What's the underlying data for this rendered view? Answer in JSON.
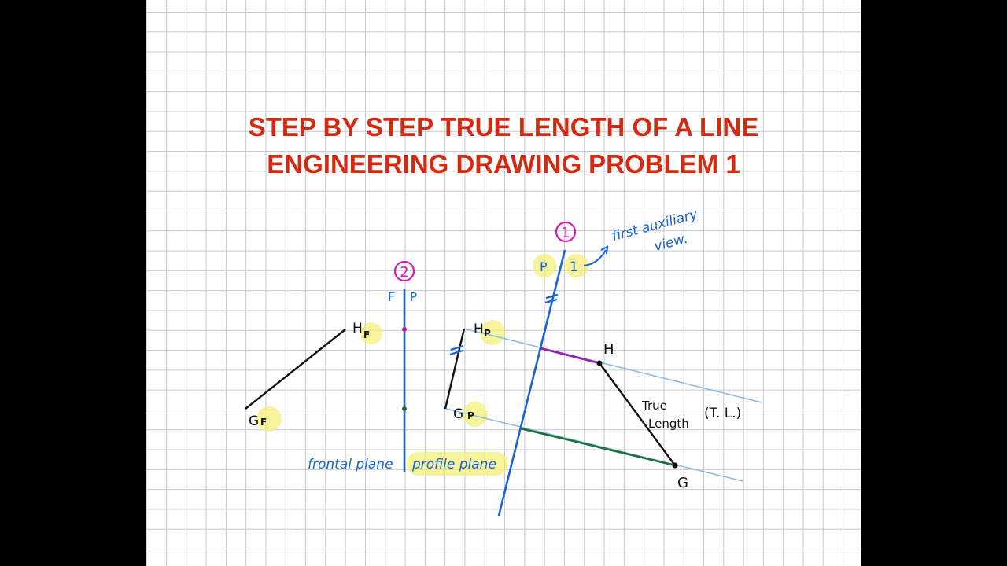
{
  "title": {
    "line1": "STEP BY STEP TRUE LENGTH OF A LINE",
    "line2": "ENGINEERING DRAWING PROBLEM 1",
    "color": "#d42a12"
  },
  "labels": {
    "hf_main": "H",
    "hf_sub": "F",
    "gf_main": "G",
    "gf_sub": "F",
    "hp_main": "H",
    "hp_sub": "P",
    "gp_main": "G",
    "gp_sub": "P",
    "h": "H",
    "g": "G",
    "fold2_left": "F",
    "fold2_right": "P",
    "fold2_number": "2",
    "fold1_left": "P",
    "fold1_right": "1",
    "fold1_number": "1",
    "first_aux_line1": "first auxiliary",
    "first_aux_line2": "view.",
    "frontal_plane": "frontal plane",
    "profile_plane": "profile plane",
    "true_length_line1": "True",
    "true_length_line2": "Length",
    "tl_abbrev": "(T. L.)",
    "equal_mark": "="
  },
  "colors": {
    "ink": "#111111",
    "fold_line": "#1a63d6",
    "number_circle": "#d61ab4",
    "projection": "#8fbbe6",
    "h_segment": "#9a1ab4",
    "g_segment": "#1e6e3a",
    "highlight": "#f4f07a"
  }
}
